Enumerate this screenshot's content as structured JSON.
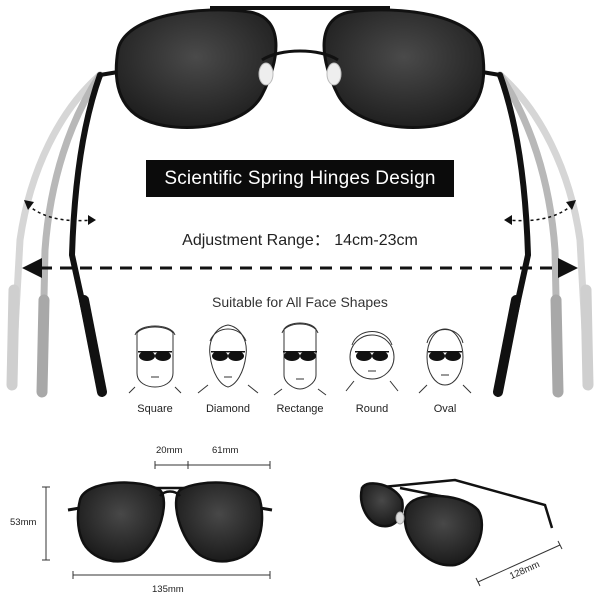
{
  "banner": {
    "title": "Scientific Spring Hinges Design"
  },
  "adjustment": {
    "label": "Adjustment Range： 14cm-23cm"
  },
  "faces": {
    "heading": "Suitable for All Face Shapes",
    "shapes": [
      "Square",
      "Diamond",
      "Rectange",
      "Round",
      "Oval"
    ]
  },
  "dimensions": {
    "bridge": "20mm",
    "lens_width": "61mm",
    "lens_height": "53mm",
    "frame_width": "135mm",
    "temple_length": "128mm"
  },
  "colors": {
    "frame": "#111111",
    "lens": "#2a2a2a",
    "banner": "#0b0b0b",
    "arrow": "#111111"
  }
}
